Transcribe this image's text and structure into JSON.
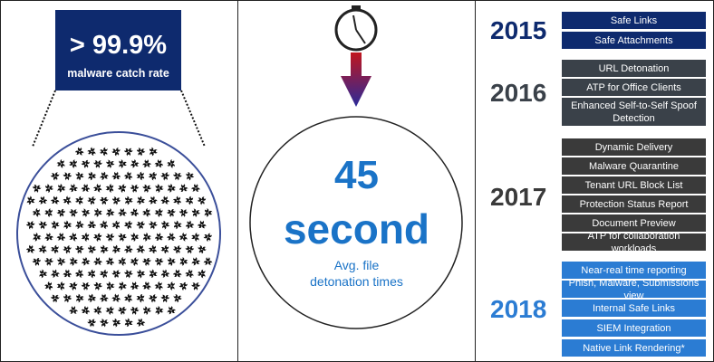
{
  "left": {
    "stat_value": "> 99.9%",
    "stat_label": "malware catch rate",
    "icon": "biohazard-icon"
  },
  "middle": {
    "icon": "stopwatch-icon",
    "big_number": "45",
    "big_unit": "second",
    "subtitle_line1": "Avg. file",
    "subtitle_line2": "detonation times"
  },
  "timeline": [
    {
      "year": "2015",
      "color": "#0e2a6e",
      "features": [
        "Safe Links",
        "Safe Attachments"
      ]
    },
    {
      "year": "2016",
      "color": "#3a4149",
      "features": [
        "URL Detonation",
        "ATP for Office Clients",
        "Enhanced Self-to-Self Spoof Detection"
      ]
    },
    {
      "year": "2017",
      "color": "#3a3a3a",
      "features": [
        "Dynamic Delivery",
        "Malware Quarantine",
        "Tenant URL Block List",
        "Protection Status Report",
        "Document Preview",
        "ATP for collaboration workloads"
      ]
    },
    {
      "year": "2018",
      "color": "#2b7cd3",
      "features": [
        "Near-real time reporting",
        "Phish, Malware, Submissions view",
        "Internal Safe Links",
        "SIEM Integration",
        "Native Link Rendering*"
      ]
    }
  ],
  "colors": {
    "dark_navy": "#0e2a6e",
    "accent_blue": "#1a73c7",
    "circle_stroke": "#3b4f9a",
    "arrow_top": "#c0161e",
    "arrow_bottom": "#2a2a9a"
  }
}
